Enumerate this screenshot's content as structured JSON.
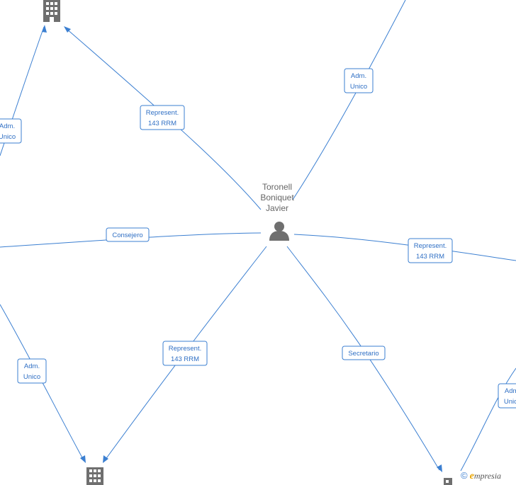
{
  "center_person": {
    "name_lines": [
      "Toronell",
      "Boniquet",
      "Javier"
    ],
    "icon": "person-icon"
  },
  "companies": [
    {
      "id": "top-left",
      "icon": "building-icon"
    },
    {
      "id": "bottom-left",
      "icon": "building-icon"
    },
    {
      "id": "bottom-right",
      "icon": "building-icon"
    }
  ],
  "edges": [
    {
      "id": "center-to-topleft",
      "lines": [
        "Represent.",
        "143 RRM"
      ]
    },
    {
      "id": "center-to-topright",
      "lines": [
        "Adm.",
        "Unico"
      ]
    },
    {
      "id": "center-to-left",
      "lines": [
        "Consejero"
      ]
    },
    {
      "id": "center-to-right",
      "lines": [
        "Represent.",
        "143 RRM"
      ]
    },
    {
      "id": "center-to-bottomleft",
      "lines": [
        "Represent.",
        "143 RRM"
      ]
    },
    {
      "id": "center-to-bottomright",
      "lines": [
        "Secretario"
      ]
    },
    {
      "id": "left-to-topleft",
      "lines": [
        "Adm.",
        "Unico"
      ]
    },
    {
      "id": "left-to-bottomleft",
      "lines": [
        "Adm.",
        "Unico"
      ]
    },
    {
      "id": "right-to-bottomright",
      "lines": [
        "Adm.",
        "Unico"
      ]
    }
  ],
  "brand": {
    "copyright": "©",
    "e": "e",
    "rest": "mpresia"
  }
}
